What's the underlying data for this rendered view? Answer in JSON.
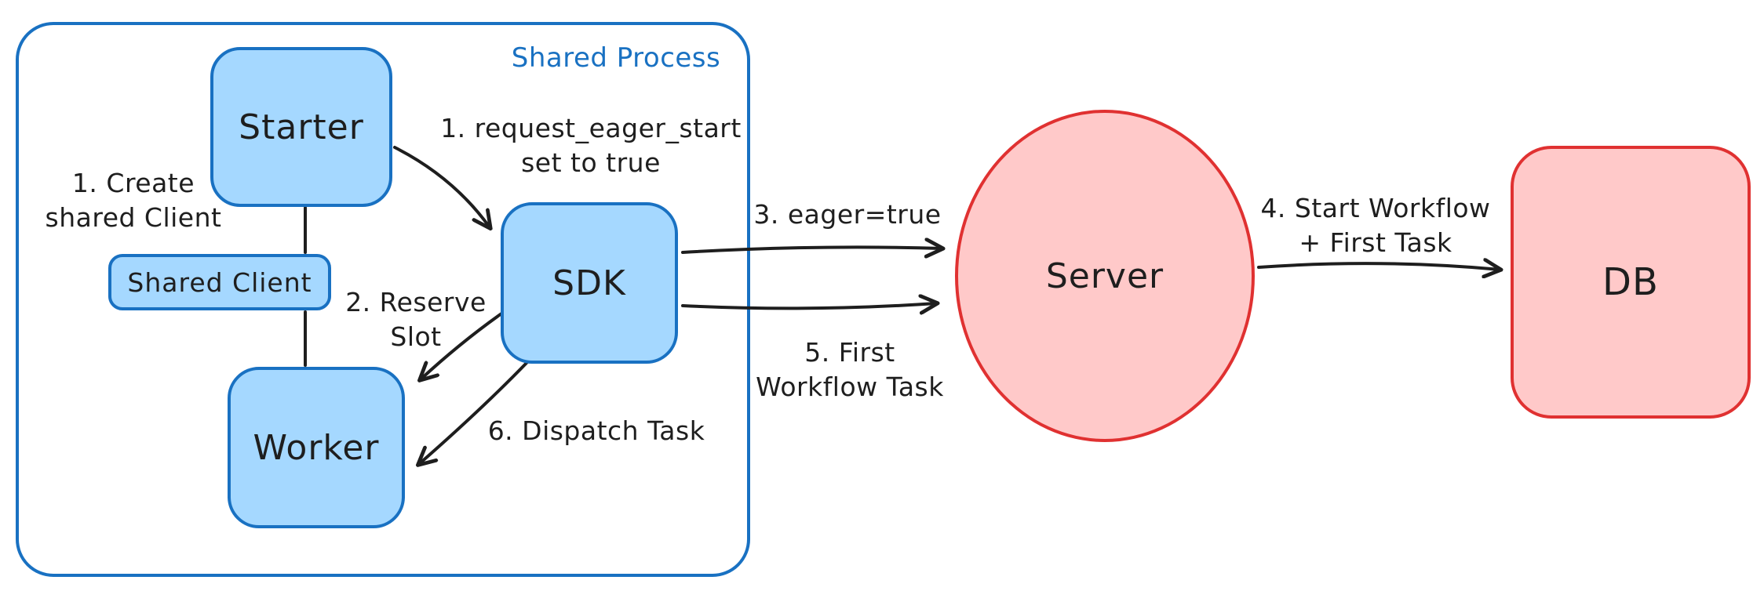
{
  "diagram": {
    "title": "Shared Process",
    "colors": {
      "blue_stroke": "#1971c2",
      "blue_fill": "#a5d8ff",
      "red_stroke": "#e03131",
      "red_fill": "#ffc9c9",
      "ink": "#1e1e1e"
    },
    "nodes": {
      "starter": "Starter",
      "shared_client": "Shared Client",
      "worker": "Worker",
      "sdk": "SDK",
      "server": "Server",
      "db": "DB"
    },
    "labels": {
      "create_shared_client": "1. Create\nshared Client",
      "request_eager_start": "1. request_eager_start\nset to true",
      "reserve_slot": "2. Reserve\nSlot",
      "eager_true": "3. eager=true",
      "start_workflow": "4. Start Workflow\n+ First Task",
      "first_workflow_task": "5. First\nWorkflow Task",
      "dispatch_task": "6. Dispatch Task"
    }
  }
}
